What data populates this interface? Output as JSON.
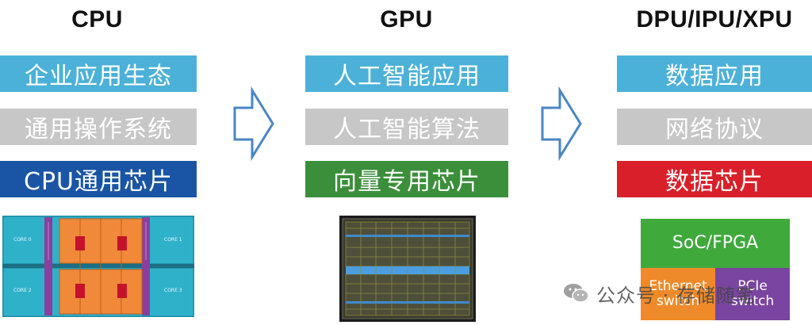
{
  "columns": [
    {
      "title": "CPU",
      "bars": [
        "企业应用生态",
        "通用操作系统",
        "CPU通用芯片"
      ],
      "colors": [
        "#4cb1d8",
        "#c7c7c7",
        "#1a55a5"
      ]
    },
    {
      "title": "GPU",
      "bars": [
        "人工智能应用",
        "人工智能算法",
        "向量专用芯片"
      ],
      "colors": [
        "#4cb1d8",
        "#c7c7c7",
        "#3b8f3a"
      ]
    },
    {
      "title": "DPU/IPU/XPU",
      "bars": [
        "数据应用",
        "网络协议",
        "数据芯片"
      ],
      "colors": [
        "#4cb1d8",
        "#c7c7c7",
        "#d9202a"
      ]
    }
  ],
  "dpu_diagram": {
    "soc_label": "SoC/FPGA",
    "ethernet_label": [
      "Ethernet",
      "switch"
    ],
    "pcie_label": [
      "PCIe",
      "switch"
    ],
    "colors": {
      "soc": "#3fa93c",
      "ethernet": "#ef8a2a",
      "pcie": "#7a45a0"
    }
  },
  "cpu_chip_labels": [
    "CORE 0",
    "CORE 1",
    "CORE 2",
    "CORE 3"
  ],
  "watermark": "公众号 · 存储随笔"
}
